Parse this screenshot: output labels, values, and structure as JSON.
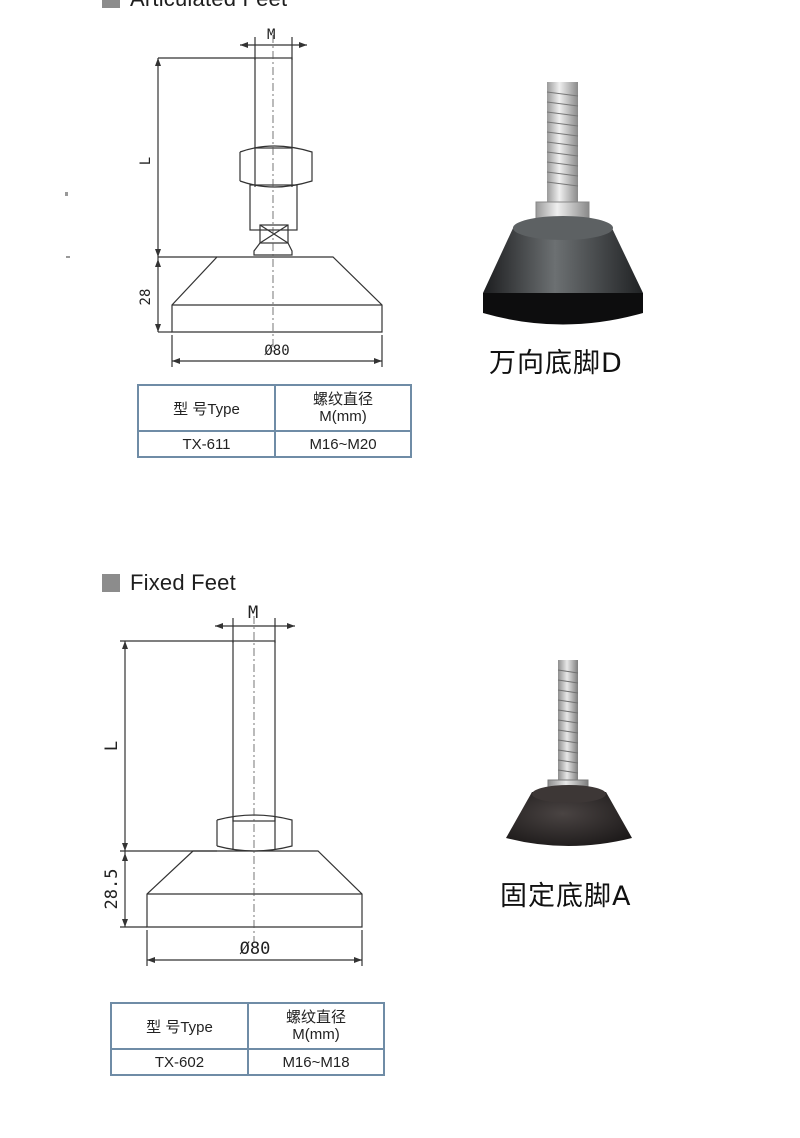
{
  "sections": [
    {
      "heading": "Articulated Feet",
      "dimensions": {
        "thread": "M",
        "length": "L",
        "base_height": "28",
        "diameter": "Ø80"
      },
      "table": {
        "headers": {
          "model": "型 号Type",
          "thread_line1": "螺纹直径",
          "thread_line2": "M(mm)"
        },
        "rows": [
          {
            "model": "TX-611",
            "thread": "M16~M20"
          }
        ]
      },
      "caption": "万向底脚D"
    },
    {
      "heading": "Fixed Feet",
      "dimensions": {
        "thread": "M",
        "length": "L",
        "base_height": "28.5",
        "diameter": "Ø80"
      },
      "table": {
        "headers": {
          "model": "型 号Type",
          "thread_line1": "螺纹直径",
          "thread_line2": "M(mm)"
        },
        "rows": [
          {
            "model": "TX-602",
            "thread": "M16~M18"
          }
        ]
      },
      "caption": "固定底脚A"
    }
  ],
  "colors": {
    "accent_square": "#8c8c8c",
    "table_border": "#6f8ca6",
    "foot_base": "#2f3133",
    "metal": "#c9c9c9"
  }
}
